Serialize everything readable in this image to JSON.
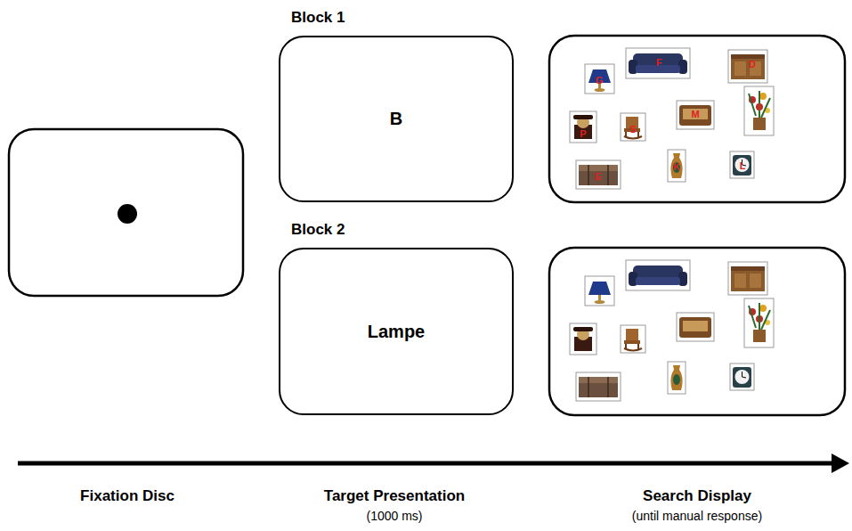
{
  "diagram": {
    "nodes": [
      {
        "text": [
          "Block 1",
          "B"
        ]
      },
      {
        "text": [
          "Block 2",
          "Lampe"
        ]
      }
    ],
    "labels": [
      "G",
      "F",
      "D",
      "P",
      "S",
      "M",
      "I",
      "E",
      "K",
      "L",
      "Fixation Disc",
      "Target Presentation",
      "(1000 ms)",
      "Search Display",
      "(until manual response)"
    ]
  }
}
